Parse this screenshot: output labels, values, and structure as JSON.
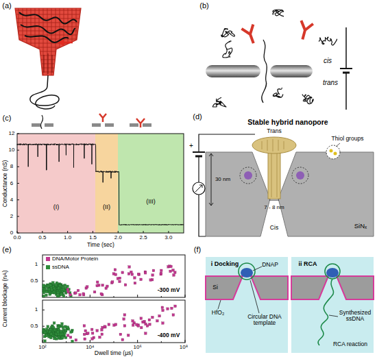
{
  "diagram": {
    "nodes": [
      {
        "text": [
          "(I)"
        ]
      },
      {
        "text": [
          "(II)"
        ]
      },
      {
        "text": [
          "(III)"
        ]
      },
      {
        "text": [
          "i Docking",
          "DNAP",
          "Circular DNA template",
          "Si",
          "HfO₂"
        ]
      },
      {
        "text": [
          "ii RCA",
          "Synthesized ssDNA",
          "RCA reaction"
        ]
      }
    ],
    "labels": [
      "(a)",
      "(b)",
      "cis",
      "trans",
      "(c)",
      "Conductance (nS)",
      "12",
      "10",
      "8",
      "6",
      "4",
      "2",
      "0",
      "0.0",
      "0.5",
      "1.0",
      "1.5",
      "2.0",
      "2.5",
      "3.0",
      "Time (sec)",
      "(d)",
      "Stable hybrid nanopore",
      "Trans",
      "Thiol groups",
      "30 nm",
      "7 - 8 nm",
      "Cis",
      "SiNₓ",
      "+",
      "(e)",
      "Current blockage (nA)",
      "1",
      "0.5",
      "1",
      "0.5",
      "-300 mV",
      "-400 mV",
      "10²",
      "10⁴",
      "10⁶",
      "10⁸",
      "Dwell time (µs)",
      "(f)"
    ],
    "legend": [
      {
        "text": "DNA/Motor Protein",
        "color": "#c2378f"
      },
      {
        "text": "ssDNA",
        "color": "#2e8b3a"
      }
    ]
  }
}
